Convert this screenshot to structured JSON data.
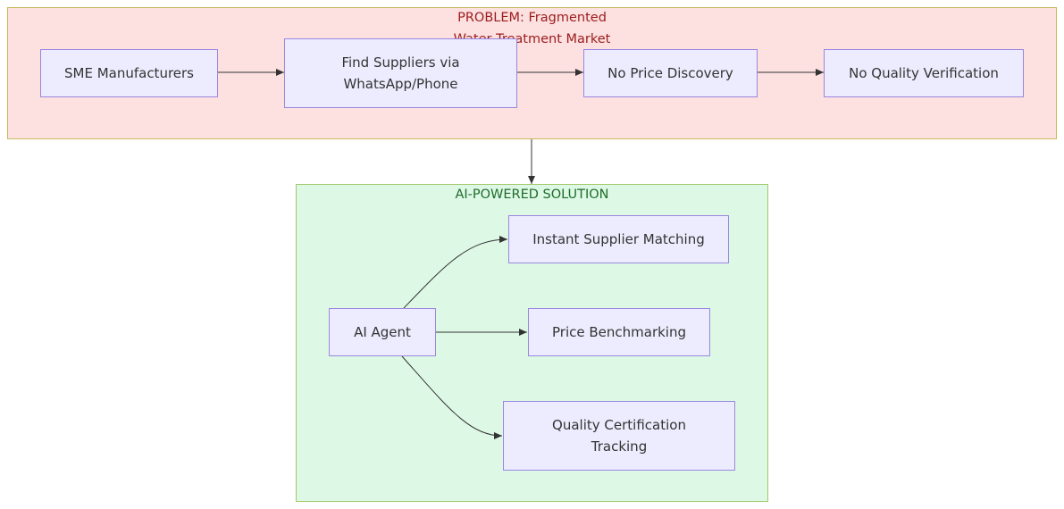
{
  "clusters": {
    "problem": {
      "title_line1": "PROBLEM: Fragmented",
      "title_line2": "Water Treatment Market"
    },
    "solution": {
      "title": "AI-POWERED SOLUTION"
    }
  },
  "nodes": {
    "sme": "SME Manufacturers",
    "find_line1": "Find Suppliers via",
    "find_line2": "WhatsApp/Phone",
    "no_price": "No Price Discovery",
    "no_quality": "No Quality Verification",
    "ai_agent": "AI Agent",
    "instant": "Instant Supplier Matching",
    "price_bench": "Price Benchmarking",
    "quality_line1": "Quality Certification",
    "quality_line2": "Tracking"
  },
  "colors": {
    "problem_fill": "#fde0e0",
    "solution_fill": "#ddf9e6",
    "node_fill": "#ececfe",
    "node_border": "#9b86e0",
    "edge": "#333333"
  }
}
